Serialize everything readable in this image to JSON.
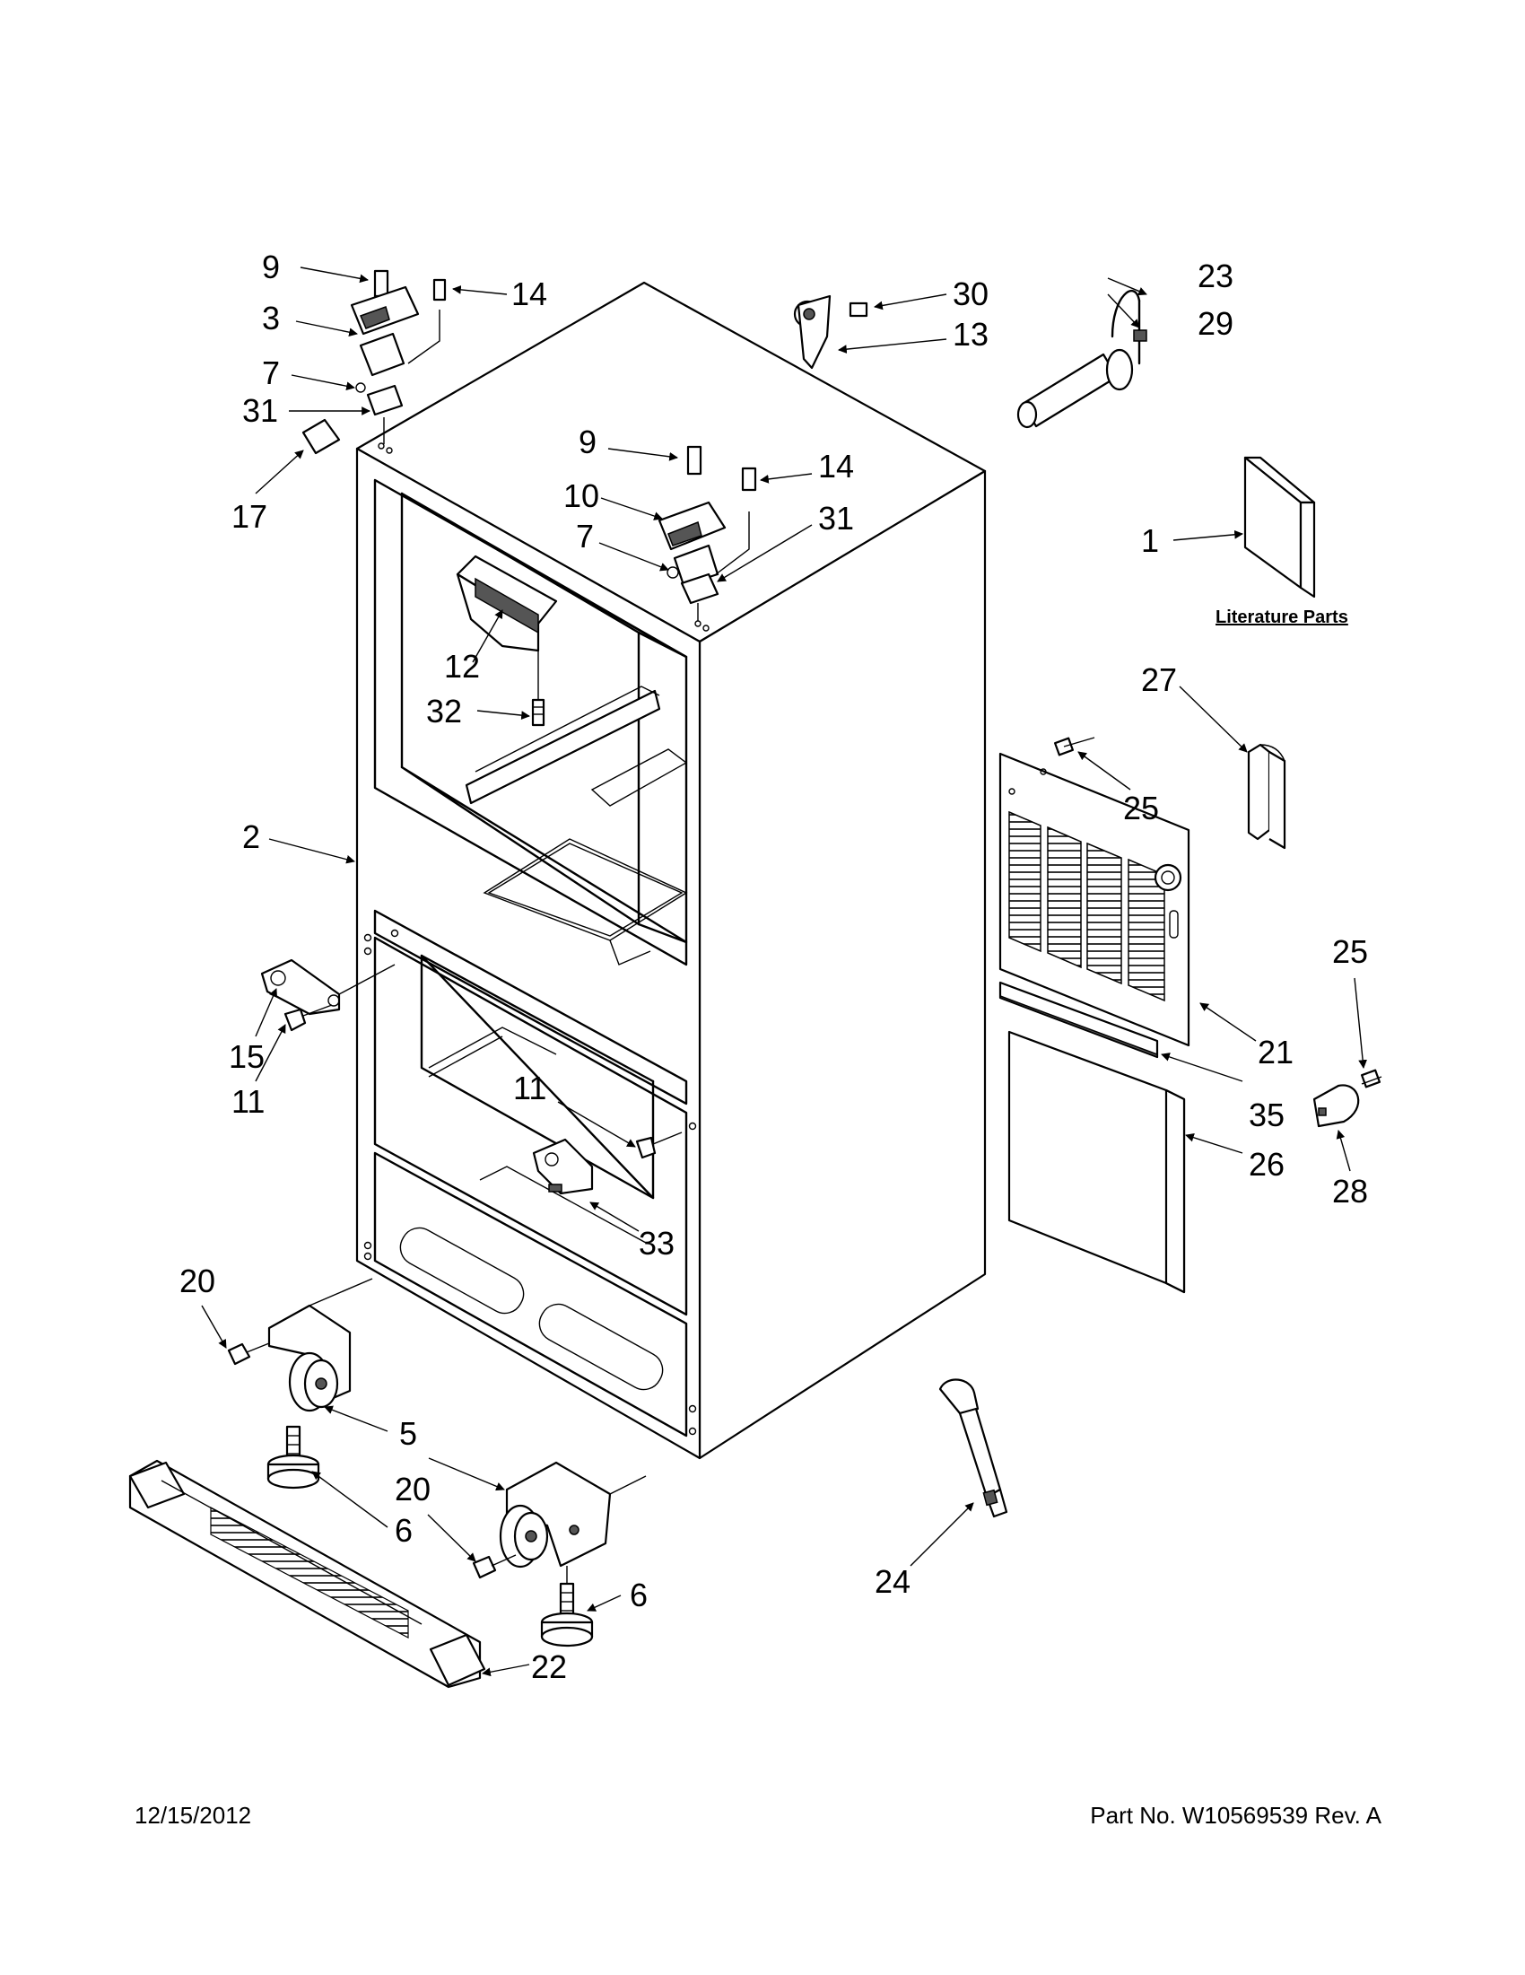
{
  "callouts": [
    {
      "id": "c9a",
      "text": "9"
    },
    {
      "id": "c14a",
      "text": "14"
    },
    {
      "id": "c3",
      "text": "3"
    },
    {
      "id": "c7a",
      "text": "7"
    },
    {
      "id": "c31a",
      "text": "31"
    },
    {
      "id": "c17",
      "text": "17"
    },
    {
      "id": "c30",
      "text": "30"
    },
    {
      "id": "c13",
      "text": "13"
    },
    {
      "id": "c23",
      "text": "23"
    },
    {
      "id": "c29",
      "text": "29"
    },
    {
      "id": "c9b",
      "text": "9"
    },
    {
      "id": "c14b",
      "text": "14"
    },
    {
      "id": "c10",
      "text": "10"
    },
    {
      "id": "c7b",
      "text": "7"
    },
    {
      "id": "c31b",
      "text": "31"
    },
    {
      "id": "c1",
      "text": "1"
    },
    {
      "id": "c12",
      "text": "12"
    },
    {
      "id": "c32",
      "text": "32"
    },
    {
      "id": "c27",
      "text": "27"
    },
    {
      "id": "c25a",
      "text": "25"
    },
    {
      "id": "c2",
      "text": "2"
    },
    {
      "id": "c15",
      "text": "15"
    },
    {
      "id": "c11a",
      "text": "11"
    },
    {
      "id": "c11b",
      "text": "11"
    },
    {
      "id": "c33",
      "text": "33"
    },
    {
      "id": "c21",
      "text": "21"
    },
    {
      "id": "c25b",
      "text": "25"
    },
    {
      "id": "c35",
      "text": "35"
    },
    {
      "id": "c26",
      "text": "26"
    },
    {
      "id": "c28",
      "text": "28"
    },
    {
      "id": "c20a",
      "text": "20"
    },
    {
      "id": "c5",
      "text": "5"
    },
    {
      "id": "c6a",
      "text": "6"
    },
    {
      "id": "c20b",
      "text": "20"
    },
    {
      "id": "c6b",
      "text": "6"
    },
    {
      "id": "c22",
      "text": "22"
    },
    {
      "id": "c24",
      "text": "24"
    }
  ],
  "literature_label": "Literature Parts",
  "footer": {
    "date": "12/15/2012",
    "part_number": "Part No.  W10569539  Rev.  A"
  }
}
